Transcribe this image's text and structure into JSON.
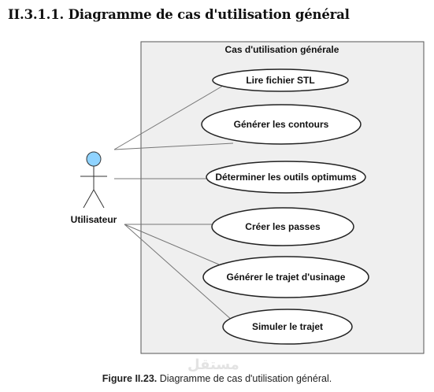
{
  "heading": "II.3.1.1. Diagramme de cas d'utilisation général",
  "system_title": "Cas d'utilisation générale",
  "actor": "Utilisateur",
  "use_cases": [
    "Lire fichier STL",
    "Générer les contours",
    "Déterminer les outils optimums",
    "Créer les passes",
    "Générer le trajet d'usinage",
    "Simuler le trajet"
  ],
  "caption": {
    "label": "Figure II.23.",
    "text": " Diagramme de cas d'utilisation général."
  },
  "watermark": "مستقل",
  "colors": {
    "actor_head": "#8fd3ff",
    "system_fill": "#efefef"
  }
}
